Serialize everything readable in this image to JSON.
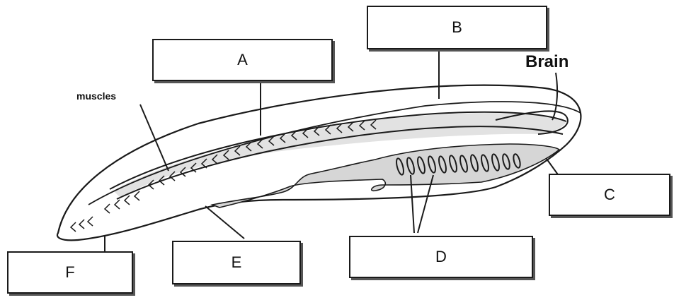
{
  "diagram": {
    "labels": {
      "A": "A",
      "B": "B",
      "C": "C",
      "D": "D",
      "E": "E",
      "F": "F",
      "brain": "Brain",
      "muscles": "muscles"
    },
    "colors": {
      "outline": "#1a1a1a",
      "body_fill": "#ffffff",
      "tissue_fill": "#d6d6d6",
      "box_shadow": "#555555"
    }
  }
}
